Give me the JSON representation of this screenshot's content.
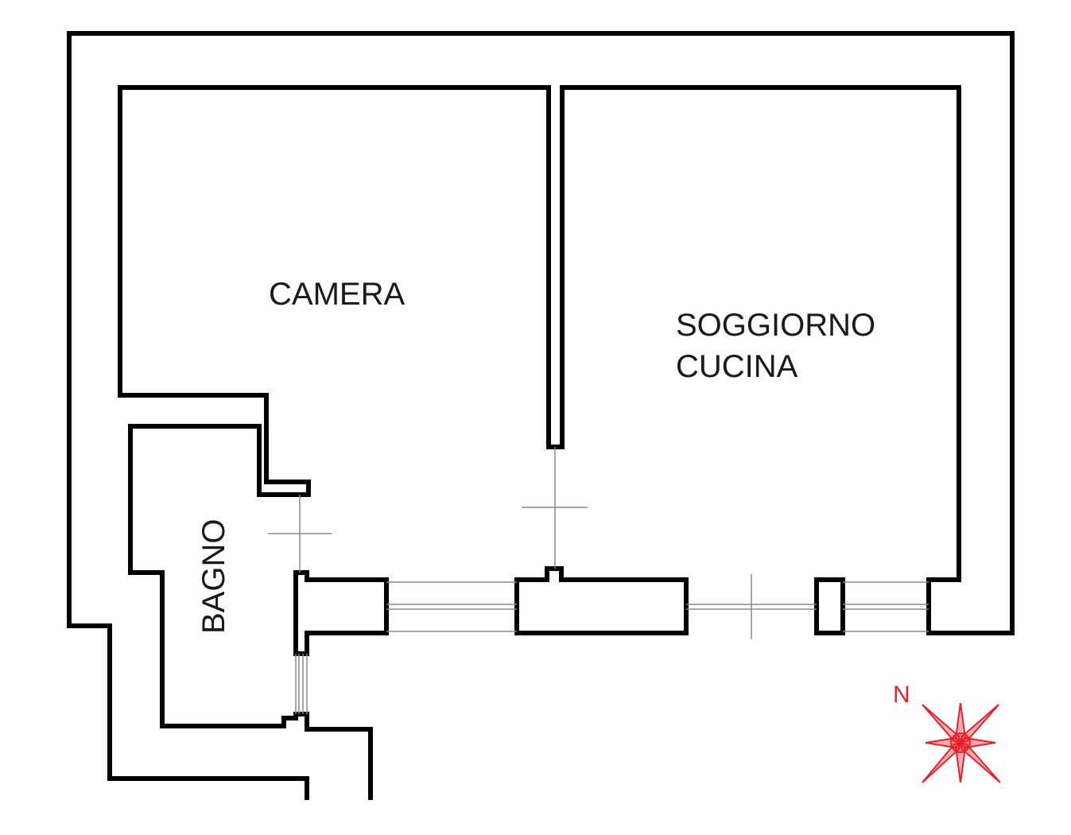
{
  "rooms": {
    "camera": "CAMERA",
    "soggiorno_line1": "SOGGIORNO",
    "soggiorno_line2": "CUCINA",
    "bagno": "BAGNO"
  },
  "compass": {
    "north_label": "N",
    "color": "#e8202a"
  },
  "colors": {
    "wall": "#000000",
    "opening_lines": "#8a8a8a",
    "background": "#ffffff"
  }
}
